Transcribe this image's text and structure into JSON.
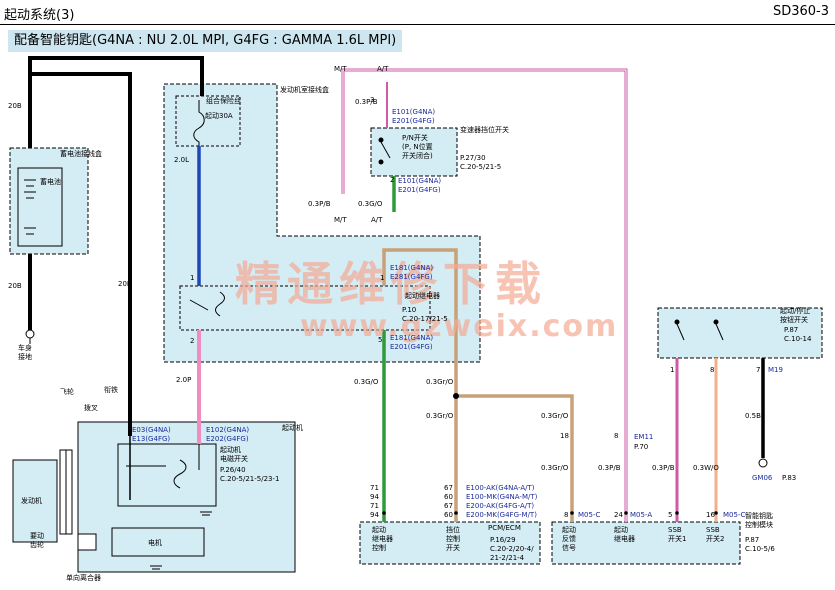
{
  "header": {
    "title": "起动系统(3)",
    "code": "SD360-3"
  },
  "subtitle": "配备智能钥匙(G4NA : NU 2.0L MPI, G4FG : GAMMA 1.6L MPI)",
  "boxes": {
    "battery_box": "蓄电池接线盒",
    "battery": "蓄电池",
    "engine_box": "发动机室接线盒",
    "fuse_combo": "组合保险丝",
    "fuse": "起动30A",
    "starter_relay": "起动继电器",
    "starter_relay_ref": [
      "P.10",
      "C.20-17/21-5"
    ],
    "pn_switch": [
      "P/N开关",
      "(P, N位置",
      "开关闭合)"
    ],
    "trans_switch": [
      "变速器挡位开关"
    ],
    "trans_ref": [
      "P.27/30",
      "C.20-5/21-5"
    ],
    "starter_motor": "起动机",
    "solenoid": [
      "起动机",
      "电磁开关"
    ],
    "solenoid_ref": [
      "P.26/40",
      "C.20-5/21-5/23-1"
    ],
    "motor": "电机",
    "engine": "发动机",
    "ring_gear": [
      "要动",
      "齿轮"
    ],
    "flywheel": "飞轮",
    "pinion": "衔铁",
    "fork": "拨叉",
    "one_way_clutch": "单向离合器",
    "ground": [
      "车身",
      "接地"
    ],
    "pcm": "PCM/ECM",
    "pcm_ref": [
      "P.16/29",
      "C.20-2/20-4/",
      "21-2/21-4"
    ],
    "smart_key": [
      "智能钥匙",
      "控制模块"
    ],
    "smart_key_ref": [
      "P.87",
      "C.10-5/6"
    ],
    "start_stop": [
      "起动/停止",
      "按钮开关"
    ],
    "start_stop_ref": [
      "P.87",
      "C.10-14"
    ],
    "watermark": "精通维修下载",
    "watermark_url": "www.gzweix.com"
  },
  "wires": {
    "w20b_1": "20B",
    "w20b_2": "20B",
    "w20b_3": "20B",
    "w20l": "2.0L",
    "w20p": "2.0P",
    "w03pb_a": "0.3P/B",
    "w03pb_b": "0.3P/B",
    "w03go_a": "0.3G/O",
    "w03go_b": "0.3G/O",
    "w03gro_a": "0.3Gr/O",
    "w03gro_b": "0.3Gr/O",
    "w03gro_c": "0.3Gr/O",
    "w03gro_d": "0.3Gr/O",
    "w03pb_c": "0.3P/B",
    "w03pb_d": "0.3P/B",
    "w03wo": "0.3W/O",
    "w05b": "0.5B",
    "mt": "M/T",
    "at": "A/T",
    "mt2": "M/T",
    "at2": "A/T"
  },
  "connectors": {
    "e101a": "E101(G4NA)",
    "e201a": "E201(G4FG)",
    "e101b": "E101(G4NA)",
    "e201b": "E201(G4FG)",
    "e181a": "E181(G4NA)",
    "e281a": "E281(G4FG)",
    "e181b": "E181(G4NA)",
    "e201c": "E201(G4FG)",
    "e03": "E03(G4NA)",
    "e13": "E13(G4FG)",
    "e102": "E102(G4NA)",
    "e202": "E202(G4FG)",
    "e100ak": "E100-AK(G4NA-A/T)",
    "e100mk": "E100-MK(G4NA-M/T)",
    "e200ak": "E200-AK(G4FG-A/T)",
    "e200mk": "E200-MK(G4FG-M/T)",
    "em11": "EM11",
    "p70": "P.70",
    "m05c_1": "M05-C",
    "m05a": "M05-A",
    "m05c_2": "M05-C",
    "m19": "M19",
    "gm06": "GM06",
    "p83": "P.83"
  },
  "pins": {
    "p1a": "1",
    "p2a": "2",
    "p3a": "3",
    "p2b": "2",
    "p1b": "1",
    "p5a": "5",
    "p18": "18",
    "p8a": "8",
    "p71a": "71",
    "p94a": "94",
    "p71b": "71",
    "p94b": "94",
    "p67a": "67",
    "p60a": "60",
    "p67b": "67",
    "p60b": "60",
    "p8b": "8",
    "p24": "24",
    "p5b": "5",
    "p16": "16",
    "p1c": "1",
    "p8c": "8",
    "p7": "7"
  },
  "pcm_labels": {
    "starter_relay_ctrl": [
      "起动",
      "继电器",
      "控制"
    ],
    "pn_sw": [
      "挡位",
      "控制",
      "开关"
    ]
  },
  "smk_labels": {
    "feedback": [
      "起动",
      "反馈",
      "信号"
    ],
    "relay": [
      "起动",
      "继电器"
    ],
    "ssb1": [
      "SSB",
      "开关1"
    ],
    "ssb2": [
      "SSB",
      "开关2"
    ]
  }
}
